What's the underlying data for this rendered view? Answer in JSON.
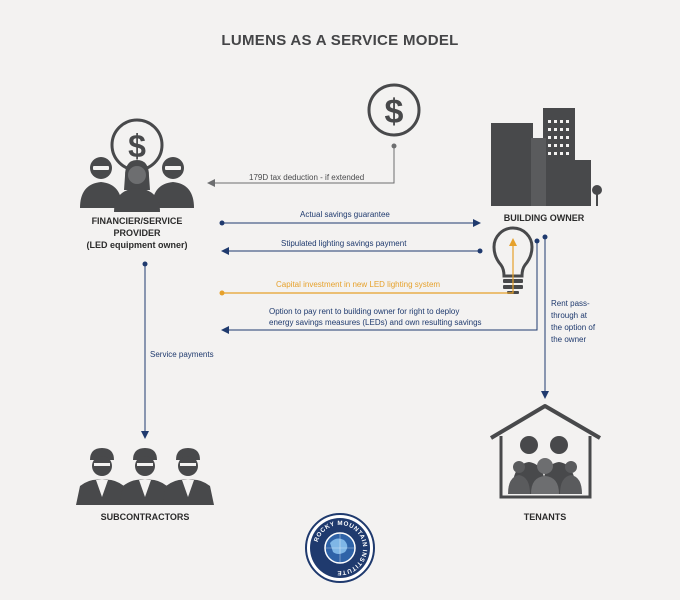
{
  "title": "LUMENS AS A SERVICE MODEL",
  "nodes": {
    "financier": {
      "line1": "FINANCIER/SERVICE",
      "line2": "PROVIDER",
      "line3": "(LED equipment owner)"
    },
    "building_owner": "BUILDING OWNER",
    "subcontractors": "SUBCONTRACTORS",
    "tenants": "TENANTS"
  },
  "flows": {
    "tax_deduction": "179D tax deduction - if extended",
    "savings_guarantee": "Actual savings guarantee",
    "stipulated_payment": "Stipulated lighting savings payment",
    "capital_investment": "Capital investment in new LED lighting system",
    "option_rent_line1": "Option to pay rent to building owner for right to deploy",
    "option_rent_line2": "energy savings measures (LEDs) and own resulting savings",
    "service_payments": "Service payments",
    "rent_line1": "Rent pass-",
    "rent_line2": "through at",
    "rent_line3": "the option of",
    "rent_line4": "the owner"
  },
  "logo": {
    "text": "ROCKY MOUNTAIN INSTITUTE"
  },
  "colors": {
    "navy": "#1f3a6e",
    "orange": "#e6a12b",
    "icon_gray": "#48494b",
    "background": "#f3f2f1"
  },
  "icons": [
    "dollar-icon",
    "people-icon",
    "building-icon",
    "lightbulb-icon",
    "workers-icon",
    "house-family-icon",
    "rmi-logo-icon"
  ]
}
